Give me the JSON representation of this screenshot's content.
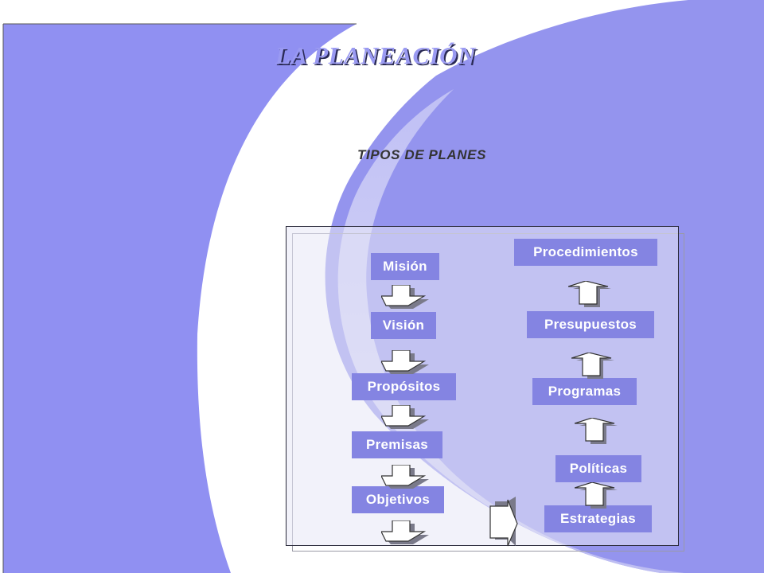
{
  "title": "LA PLANEACIÓN",
  "subtitle": "TIPOS DE PLANES",
  "left_chain": [
    "Misión",
    "Visión",
    "Propósitos",
    "Premisas",
    "Objetivos"
  ],
  "right_chain": [
    "Procedimientos",
    "Presupuestos",
    "Programas",
    "Políticas",
    "Estrategias"
  ],
  "colors": {
    "box_fill": "#8484e2",
    "background_swoosh": "#9090f2",
    "title": "#9a9af2"
  }
}
